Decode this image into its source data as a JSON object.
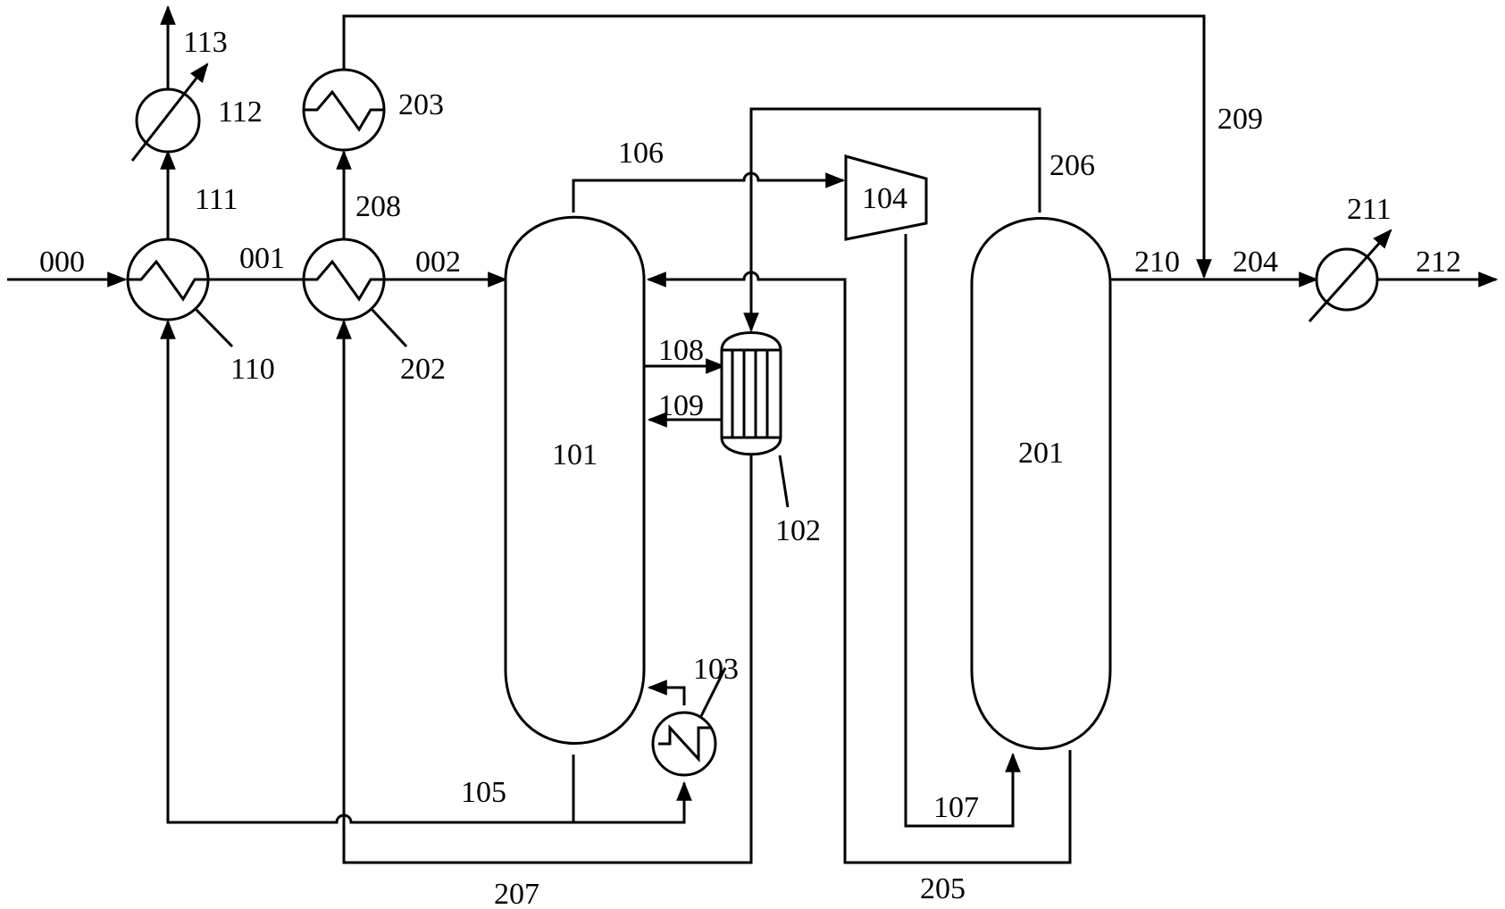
{
  "labels": {
    "s000": "000",
    "s001": "001",
    "s002": "002",
    "u101": "101",
    "u102": "102",
    "u103": "103",
    "u104": "104",
    "s105": "105",
    "s106": "106",
    "s107": "107",
    "s108": "108",
    "s109": "109",
    "u110": "110",
    "s111": "111",
    "u112": "112",
    "s113": "113",
    "u201": "201",
    "u202": "202",
    "u203": "203",
    "s204": "204",
    "s205": "205",
    "s206": "206",
    "s207": "207",
    "s208": "208",
    "s209": "209",
    "s210": "210",
    "u211": "211",
    "s212": "212"
  }
}
